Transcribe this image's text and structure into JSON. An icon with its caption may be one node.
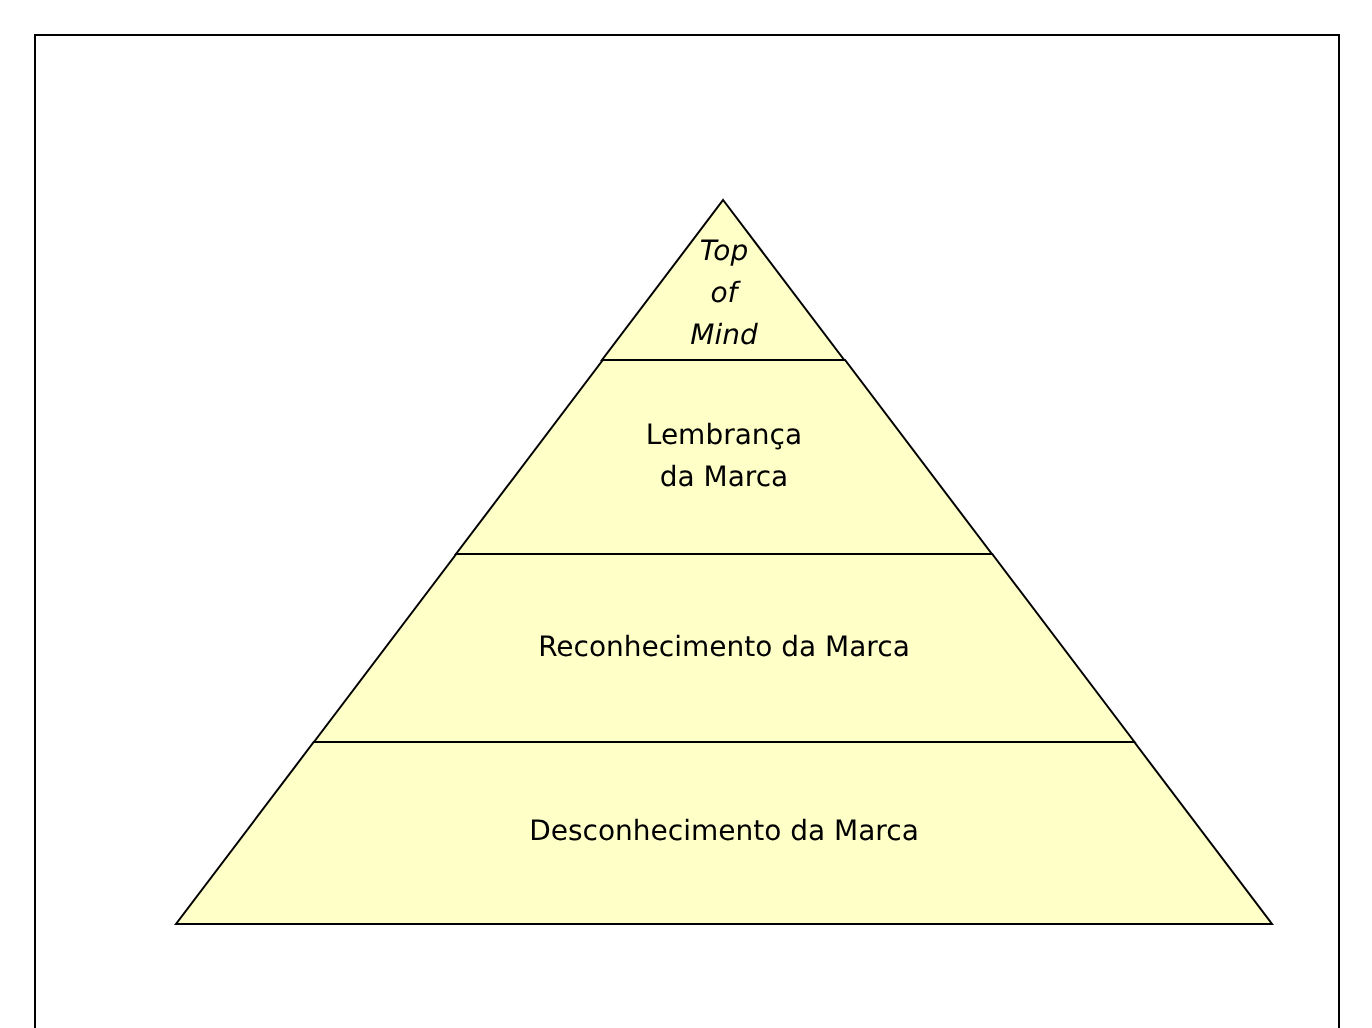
{
  "diagram": {
    "nodes": [
      {
        "text": [
          "Top of Mind"
        ]
      },
      {
        "text": [
          "Lembrança da Marca"
        ]
      },
      {
        "text": [
          "Reconhecimento da Marca"
        ]
      },
      {
        "text": [
          "Desconhecimento da Marca"
        ]
      }
    ]
  }
}
